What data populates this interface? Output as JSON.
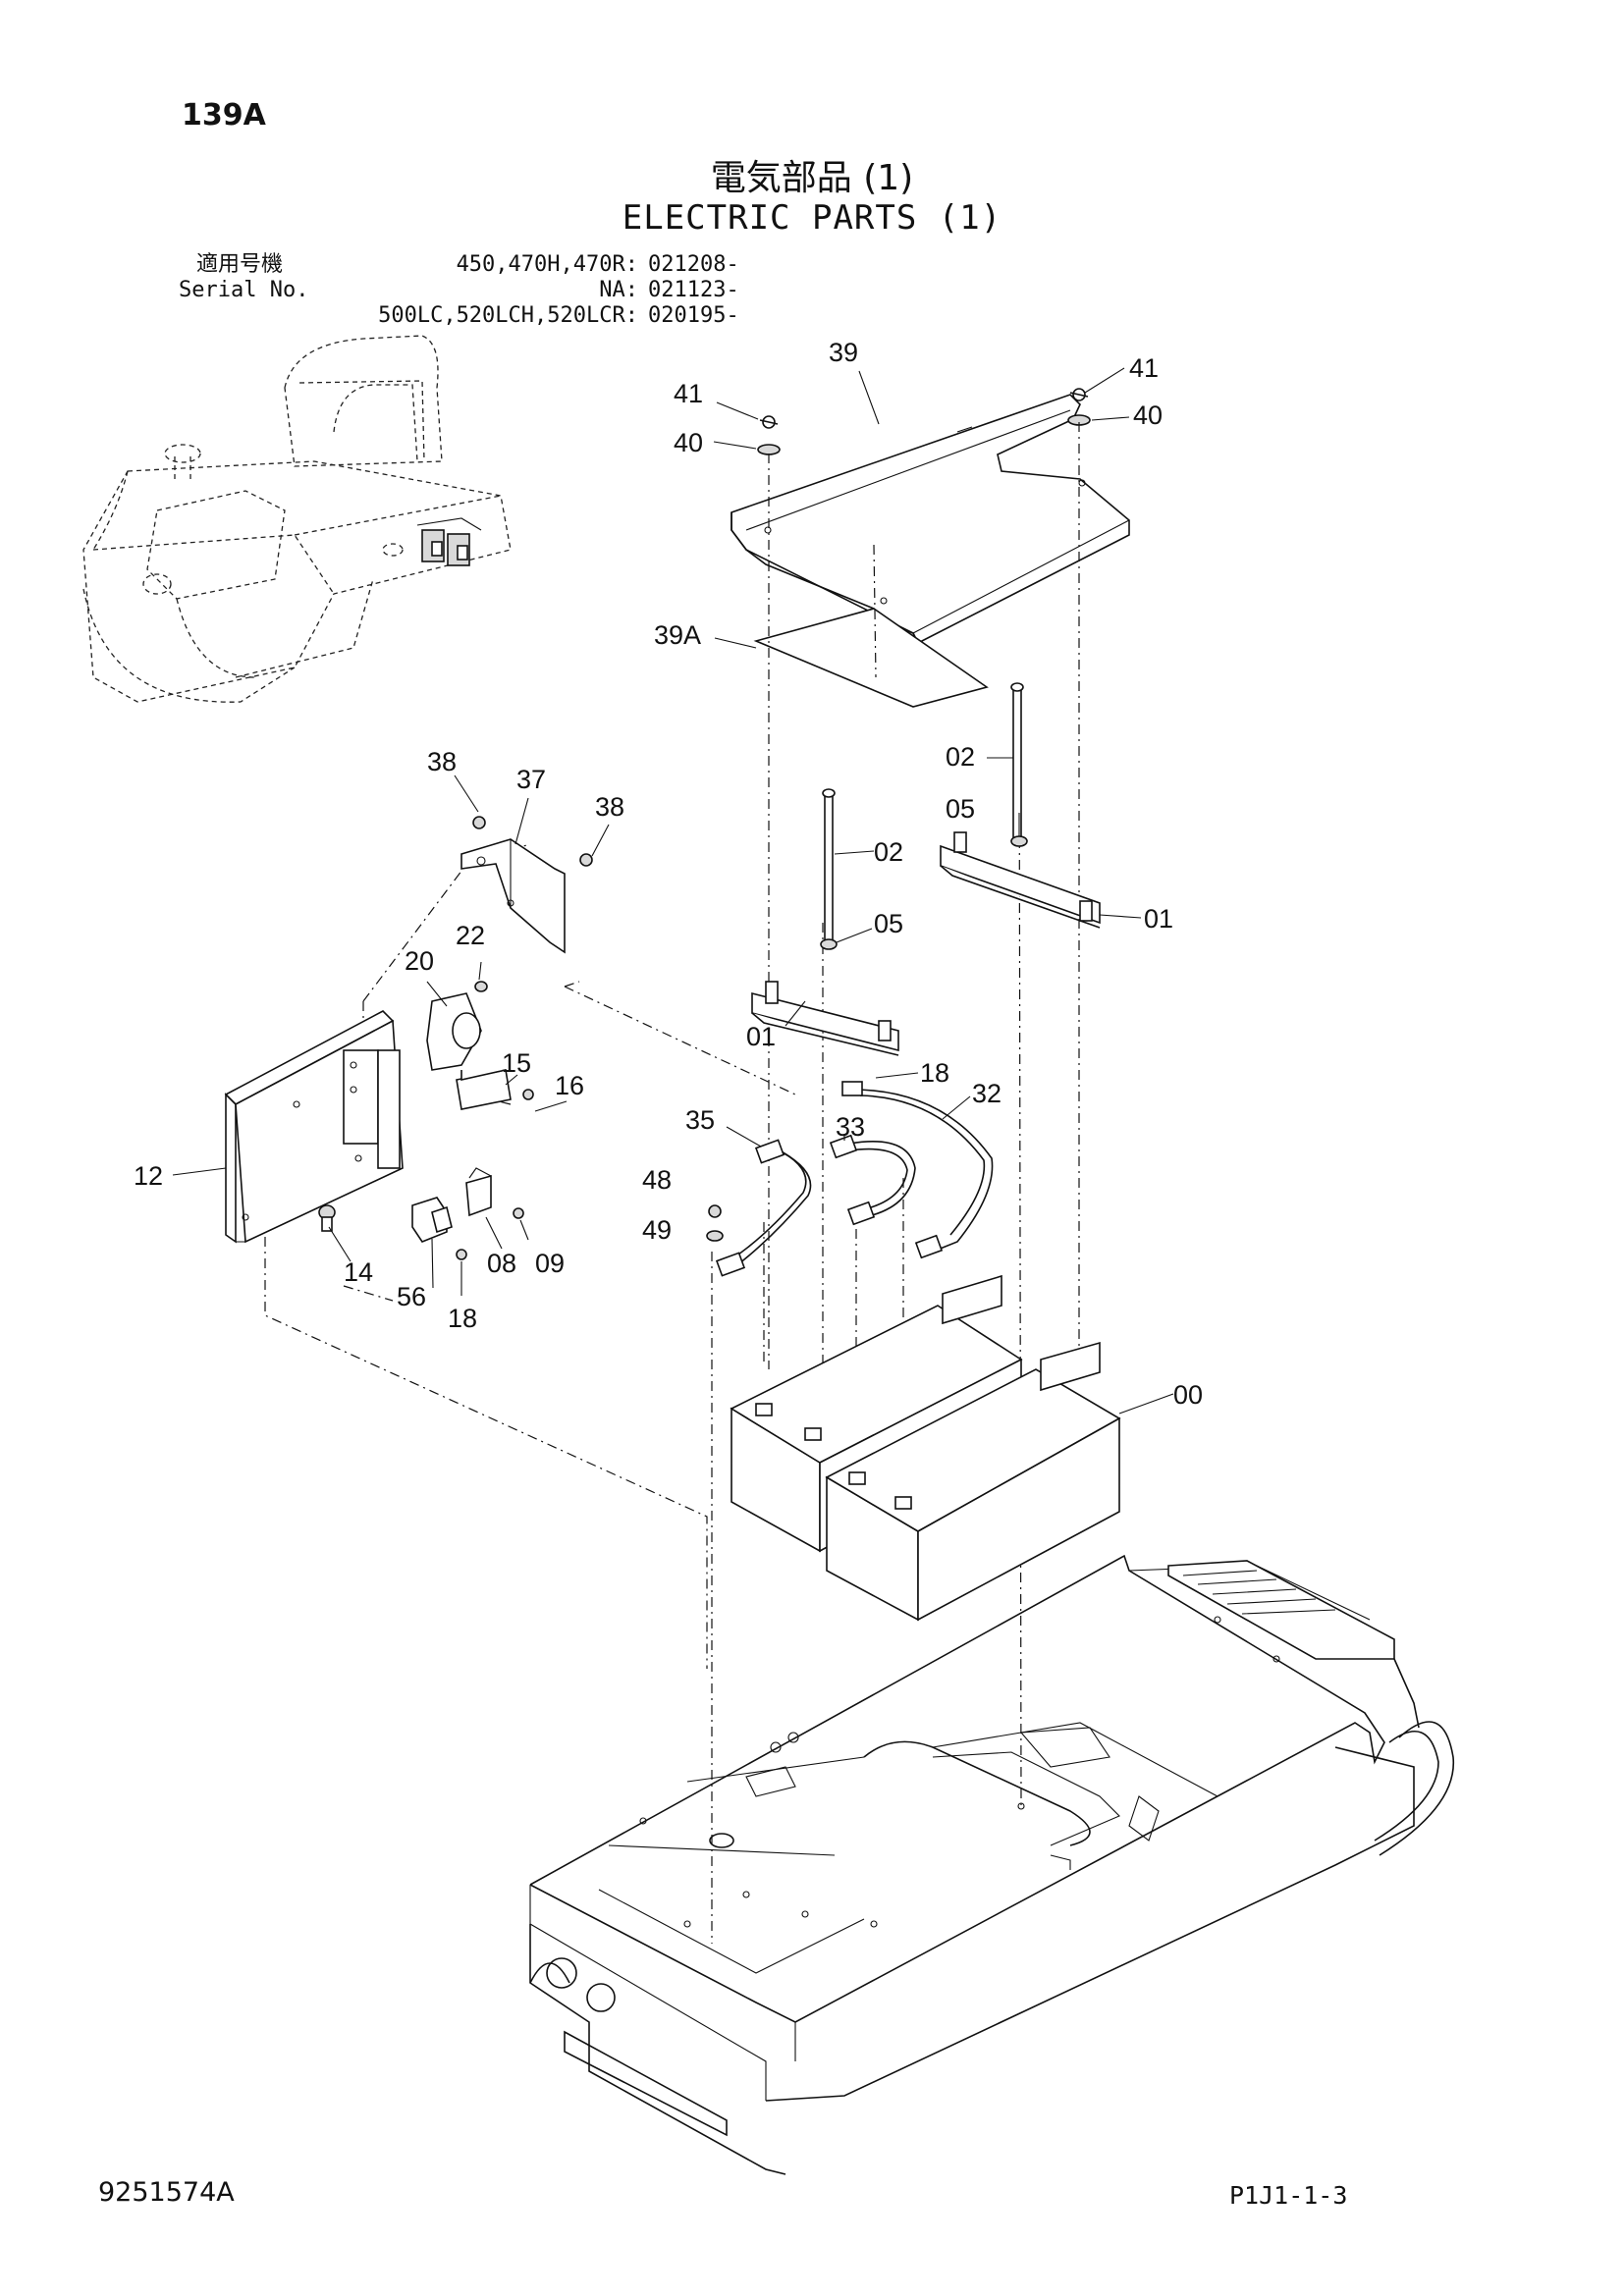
{
  "header": {
    "page_code": "139A",
    "title_jp": "電気部品 (1)",
    "title_en": "ELECTRIC PARTS (1)"
  },
  "serial": {
    "label_jp": "適用号機",
    "label_en": "Serial No.",
    "rows": [
      {
        "models": "450,470H,470R:",
        "number": "021208-"
      },
      {
        "models": "NA:",
        "number": "021123-"
      },
      {
        "models": "500LC,520LCH,520LCR:",
        "number": "020195-"
      }
    ]
  },
  "callouts": {
    "c00": "00",
    "c01a": "01",
    "c01b": "01",
    "c02a": "02",
    "c02b": "02",
    "c05a": "05",
    "c05b": "05",
    "c08": "08",
    "c09": "09",
    "c12": "12",
    "c14": "14",
    "c15": "15",
    "c16": "16",
    "c18a": "18",
    "c18b": "18",
    "c20": "20",
    "c22": "22",
    "c32": "32",
    "c33": "33",
    "c35": "35",
    "c37": "37",
    "c38a": "38",
    "c38b": "38",
    "c39": "39",
    "c39A": "39A",
    "c40a": "40",
    "c40b": "40",
    "c41a": "41",
    "c41b": "41",
    "c48": "48",
    "c49": "49",
    "c56": "56"
  },
  "footer": {
    "drawing_number": "9251574A",
    "page_reference": "P1J1-1-3"
  }
}
